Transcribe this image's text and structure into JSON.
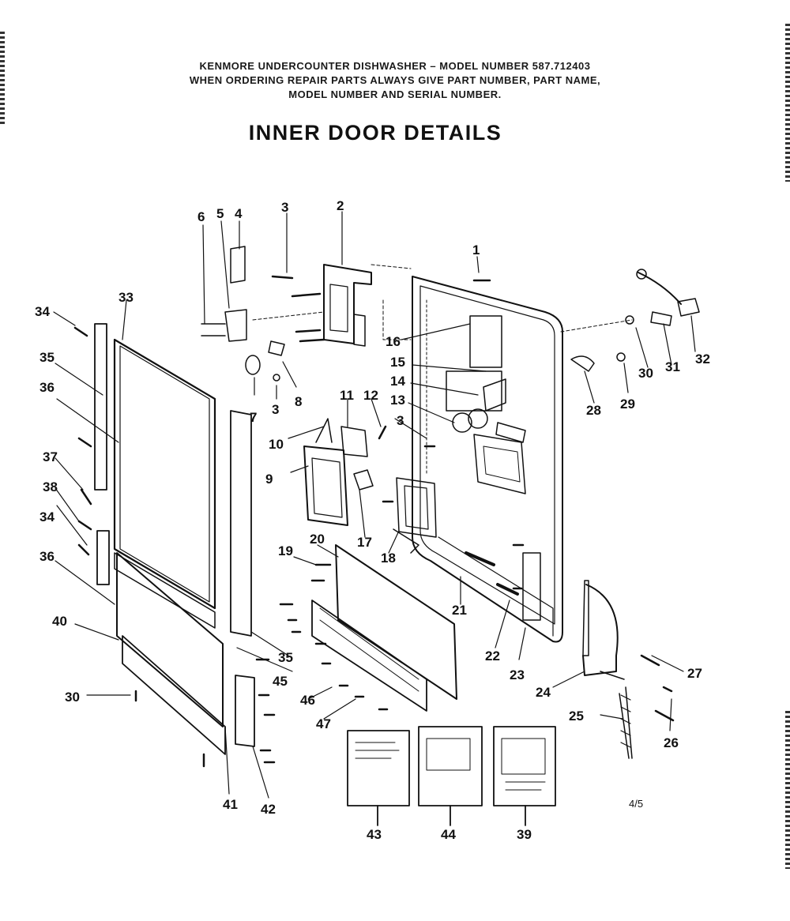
{
  "header": {
    "line1": "KENMORE UNDERCOUNTER DISHWASHER – MODEL NUMBER 587.712403",
    "line2": "WHEN ORDERING REPAIR PARTS ALWAYS GIVE PART NUMBER, PART NAME,",
    "line3": "MODEL NUMBER AND SERIAL NUMBER."
  },
  "title": "INNER DOOR DETAILS",
  "page_code": "4/5",
  "callouts": [
    {
      "id": "c1",
      "text": "1"
    },
    {
      "id": "c2",
      "text": "2"
    },
    {
      "id": "c3a",
      "text": "3"
    },
    {
      "id": "c4",
      "text": "4"
    },
    {
      "id": "c5",
      "text": "5"
    },
    {
      "id": "c6",
      "text": "6"
    },
    {
      "id": "c3b",
      "text": "3"
    },
    {
      "id": "c7",
      "text": "7"
    },
    {
      "id": "c8",
      "text": "8"
    },
    {
      "id": "c9",
      "text": "9"
    },
    {
      "id": "c10",
      "text": "10"
    },
    {
      "id": "c11",
      "text": "11"
    },
    {
      "id": "c12",
      "text": "12"
    },
    {
      "id": "c3c",
      "text": "3"
    },
    {
      "id": "c13",
      "text": "13"
    },
    {
      "id": "c14",
      "text": "14"
    },
    {
      "id": "c15",
      "text": "15"
    },
    {
      "id": "c16",
      "text": "16"
    },
    {
      "id": "c17",
      "text": "17"
    },
    {
      "id": "c18",
      "text": "18"
    },
    {
      "id": "c19",
      "text": "19"
    },
    {
      "id": "c20",
      "text": "20"
    },
    {
      "id": "c21",
      "text": "21"
    },
    {
      "id": "c22",
      "text": "22"
    },
    {
      "id": "c23",
      "text": "23"
    },
    {
      "id": "c24",
      "text": "24"
    },
    {
      "id": "c25",
      "text": "25"
    },
    {
      "id": "c26",
      "text": "26"
    },
    {
      "id": "c27",
      "text": "27"
    },
    {
      "id": "c28",
      "text": "28"
    },
    {
      "id": "c29",
      "text": "29"
    },
    {
      "id": "c30a",
      "text": "30"
    },
    {
      "id": "c31",
      "text": "31"
    },
    {
      "id": "c32",
      "text": "32"
    },
    {
      "id": "c33",
      "text": "33"
    },
    {
      "id": "c34a",
      "text": "34"
    },
    {
      "id": "c35a",
      "text": "35"
    },
    {
      "id": "c36a",
      "text": "36"
    },
    {
      "id": "c37",
      "text": "37"
    },
    {
      "id": "c38",
      "text": "38"
    },
    {
      "id": "c34b",
      "text": "34"
    },
    {
      "id": "c36b",
      "text": "36"
    },
    {
      "id": "c40",
      "text": "40"
    },
    {
      "id": "c30b",
      "text": "30"
    },
    {
      "id": "c35b",
      "text": "35"
    },
    {
      "id": "c45",
      "text": "45"
    },
    {
      "id": "c46",
      "text": "46"
    },
    {
      "id": "c47",
      "text": "47"
    },
    {
      "id": "c41",
      "text": "41"
    },
    {
      "id": "c42",
      "text": "42"
    },
    {
      "id": "c43",
      "text": "43"
    },
    {
      "id": "c44",
      "text": "44"
    },
    {
      "id": "c39",
      "text": "39"
    }
  ]
}
